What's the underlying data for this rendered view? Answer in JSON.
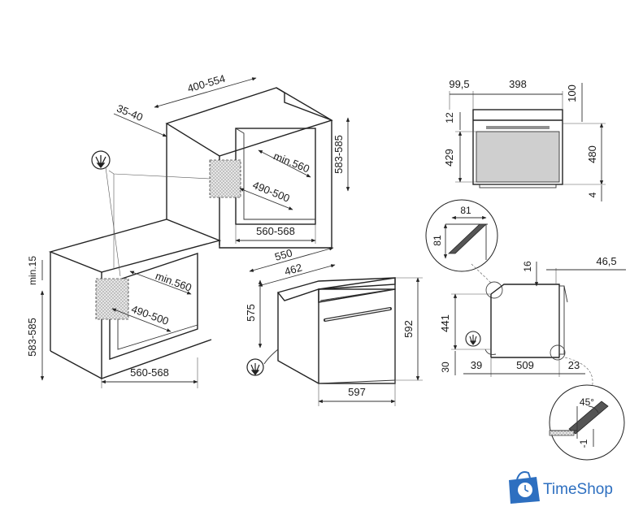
{
  "dims_left": {
    "d400_554": "400-554",
    "d35_40": "35-40",
    "d583_585_top": "583-585",
    "dmin560_top": "min.560",
    "d490_500_top": "490-500",
    "d560_568_top": "560-568",
    "dmin15": "min.15",
    "d583_585_left": "583-585",
    "dmin560_bot": "min.560",
    "d490_500_bot": "490-500",
    "d560_568_bot": "560-568",
    "d550": "550",
    "d462": "462",
    "d575": "575",
    "d592": "592",
    "d597": "597"
  },
  "dims_right_top": {
    "d99_5": "99,5",
    "d398": "398",
    "d100": "100",
    "d12": "12",
    "d429": "429",
    "d480": "480",
    "d4": "4"
  },
  "dims_right_mid": {
    "d81_h": "81",
    "d81_v": "81",
    "d16": "16",
    "d46_5": "46,5",
    "d441": "441",
    "d30": "30",
    "d39": "39",
    "d509": "509",
    "d23": "23",
    "d45deg": "45°",
    "dneg1": "-1"
  },
  "icons": {
    "plug": "power-plug-icon",
    "brand": "shopping-bag-clock-icon"
  },
  "brand": {
    "name": "TimeShop",
    "color": "#2d6fc0"
  }
}
